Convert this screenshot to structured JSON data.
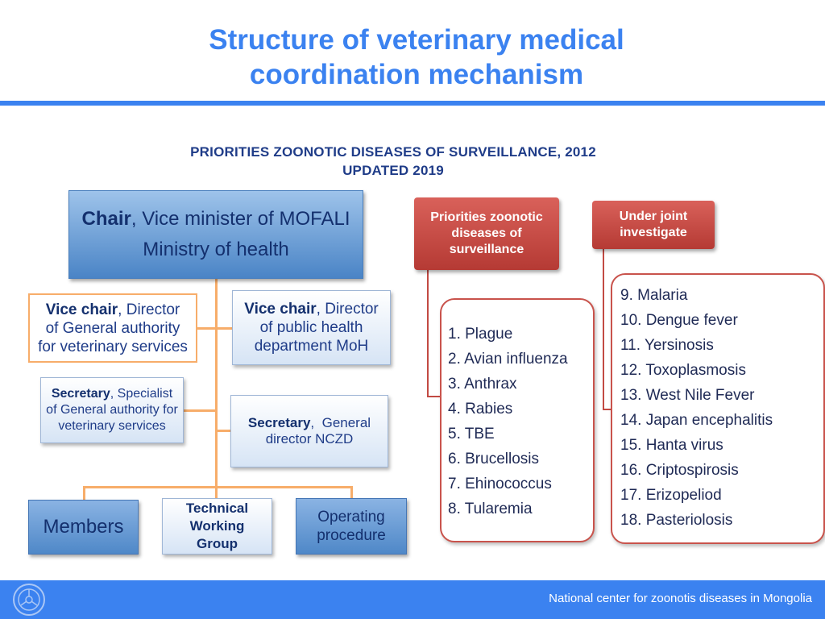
{
  "slide": {
    "title": "Structure of veterinary medical coordination mechanism",
    "subtitle_line1": "PRIORITIES ZOONOTIC DISEASES OF SURVEILLANCE, 2012",
    "subtitle_line2": "UPDATED 2019"
  },
  "org_chart": {
    "chair": {
      "role": "Chair",
      "text": ", Vice minister of MOFALI",
      "line2": "Ministry of health"
    },
    "vice_chair_1": {
      "role": "Vice chair",
      "text": ", Director",
      "line2": "of General authority",
      "line3": "for veterinary services"
    },
    "vice_chair_2": {
      "role": "Vice chair",
      "text": ", Director",
      "line2": "of public health",
      "line3": "department MoH"
    },
    "secretary_1": {
      "role": "Secretary",
      "text": ", Specialist",
      "line2": "of General authority for",
      "line3": "veterinary services"
    },
    "secretary_2": {
      "role": "Secretary",
      "text": ",  General",
      "line2": "director NCZD"
    },
    "members": "Members",
    "twg": {
      "line1": "Technical",
      "line2": "Working",
      "line3": "Group"
    },
    "operating": {
      "line1": "Operating",
      "line2": "procedure"
    }
  },
  "priorities": {
    "header_line1": "Priorities zoonotic",
    "header_line2": "diseases of",
    "header_line3": "surveillance",
    "items": [
      "1. Plague",
      "2. Avian influenza",
      "3. Anthrax",
      "4. Rabies",
      "5. TBE",
      "6. Brucellosis",
      "7. Ehinococcus",
      "8. Tularemia"
    ]
  },
  "joint": {
    "header_line1": "Under joint",
    "header_line2": "investigate",
    "items": [
      "9. Malaria",
      "10. Dengue fever",
      "11. Yersinosis",
      "12. Toxoplasmosis",
      "13. West Nile Fever",
      "14. Japan encephalitis",
      "15. Hanta virus",
      "16. Criptospirosis",
      "17. Erizopeliod",
      "18. Pasteriolosis"
    ]
  },
  "footer": {
    "text": "National center for zoonotis diseases in Mongolia"
  },
  "colors": {
    "title": "#3b82f0",
    "subtitle": "#1f3c88",
    "connector": "#f7ad6a",
    "red_header": "#c24a43",
    "footer_bg": "#3b82f0"
  }
}
